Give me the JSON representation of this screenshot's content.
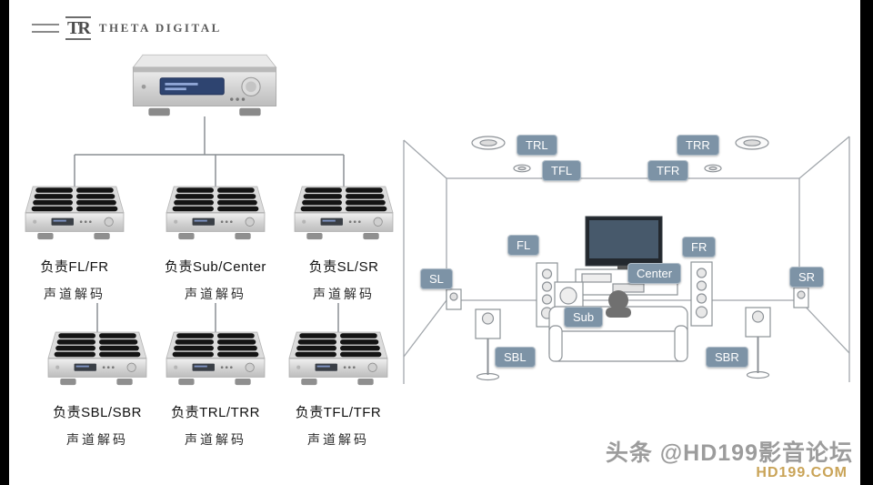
{
  "header": {
    "monogram": "TR",
    "brand": "THETA DIGITAL"
  },
  "amps": [
    {
      "role": "负责FL/FR",
      "sub": "声道解码"
    },
    {
      "role": "负责Sub/Center",
      "sub": "声道解码"
    },
    {
      "role": "负责SL/SR",
      "sub": "声道解码"
    },
    {
      "role": "负责SBL/SBR",
      "sub": "声道解码"
    },
    {
      "role": "负责TRL/TRR",
      "sub": "声道解码"
    },
    {
      "role": "负责TFL/TFR",
      "sub": "声道解码"
    }
  ],
  "room": {
    "badges": [
      {
        "label": "TRL"
      },
      {
        "label": "TRR"
      },
      {
        "label": "TFL"
      },
      {
        "label": "TFR"
      },
      {
        "label": "FL"
      },
      {
        "label": "FR"
      },
      {
        "label": "SL"
      },
      {
        "label": "SR"
      },
      {
        "label": "Center"
      },
      {
        "label": "Sub"
      },
      {
        "label": "SBL"
      },
      {
        "label": "SBR"
      }
    ]
  },
  "watermark": {
    "line1": "头条 @HD199影音论坛",
    "line2": "HD199.COM"
  },
  "colors": {
    "badge_bg": "#7d93a6",
    "display_blue": "#2e4470",
    "watermark_gray": "#9c9c9c",
    "watermark_gold": "#c49a45",
    "line_gray": "#8a8f94"
  }
}
